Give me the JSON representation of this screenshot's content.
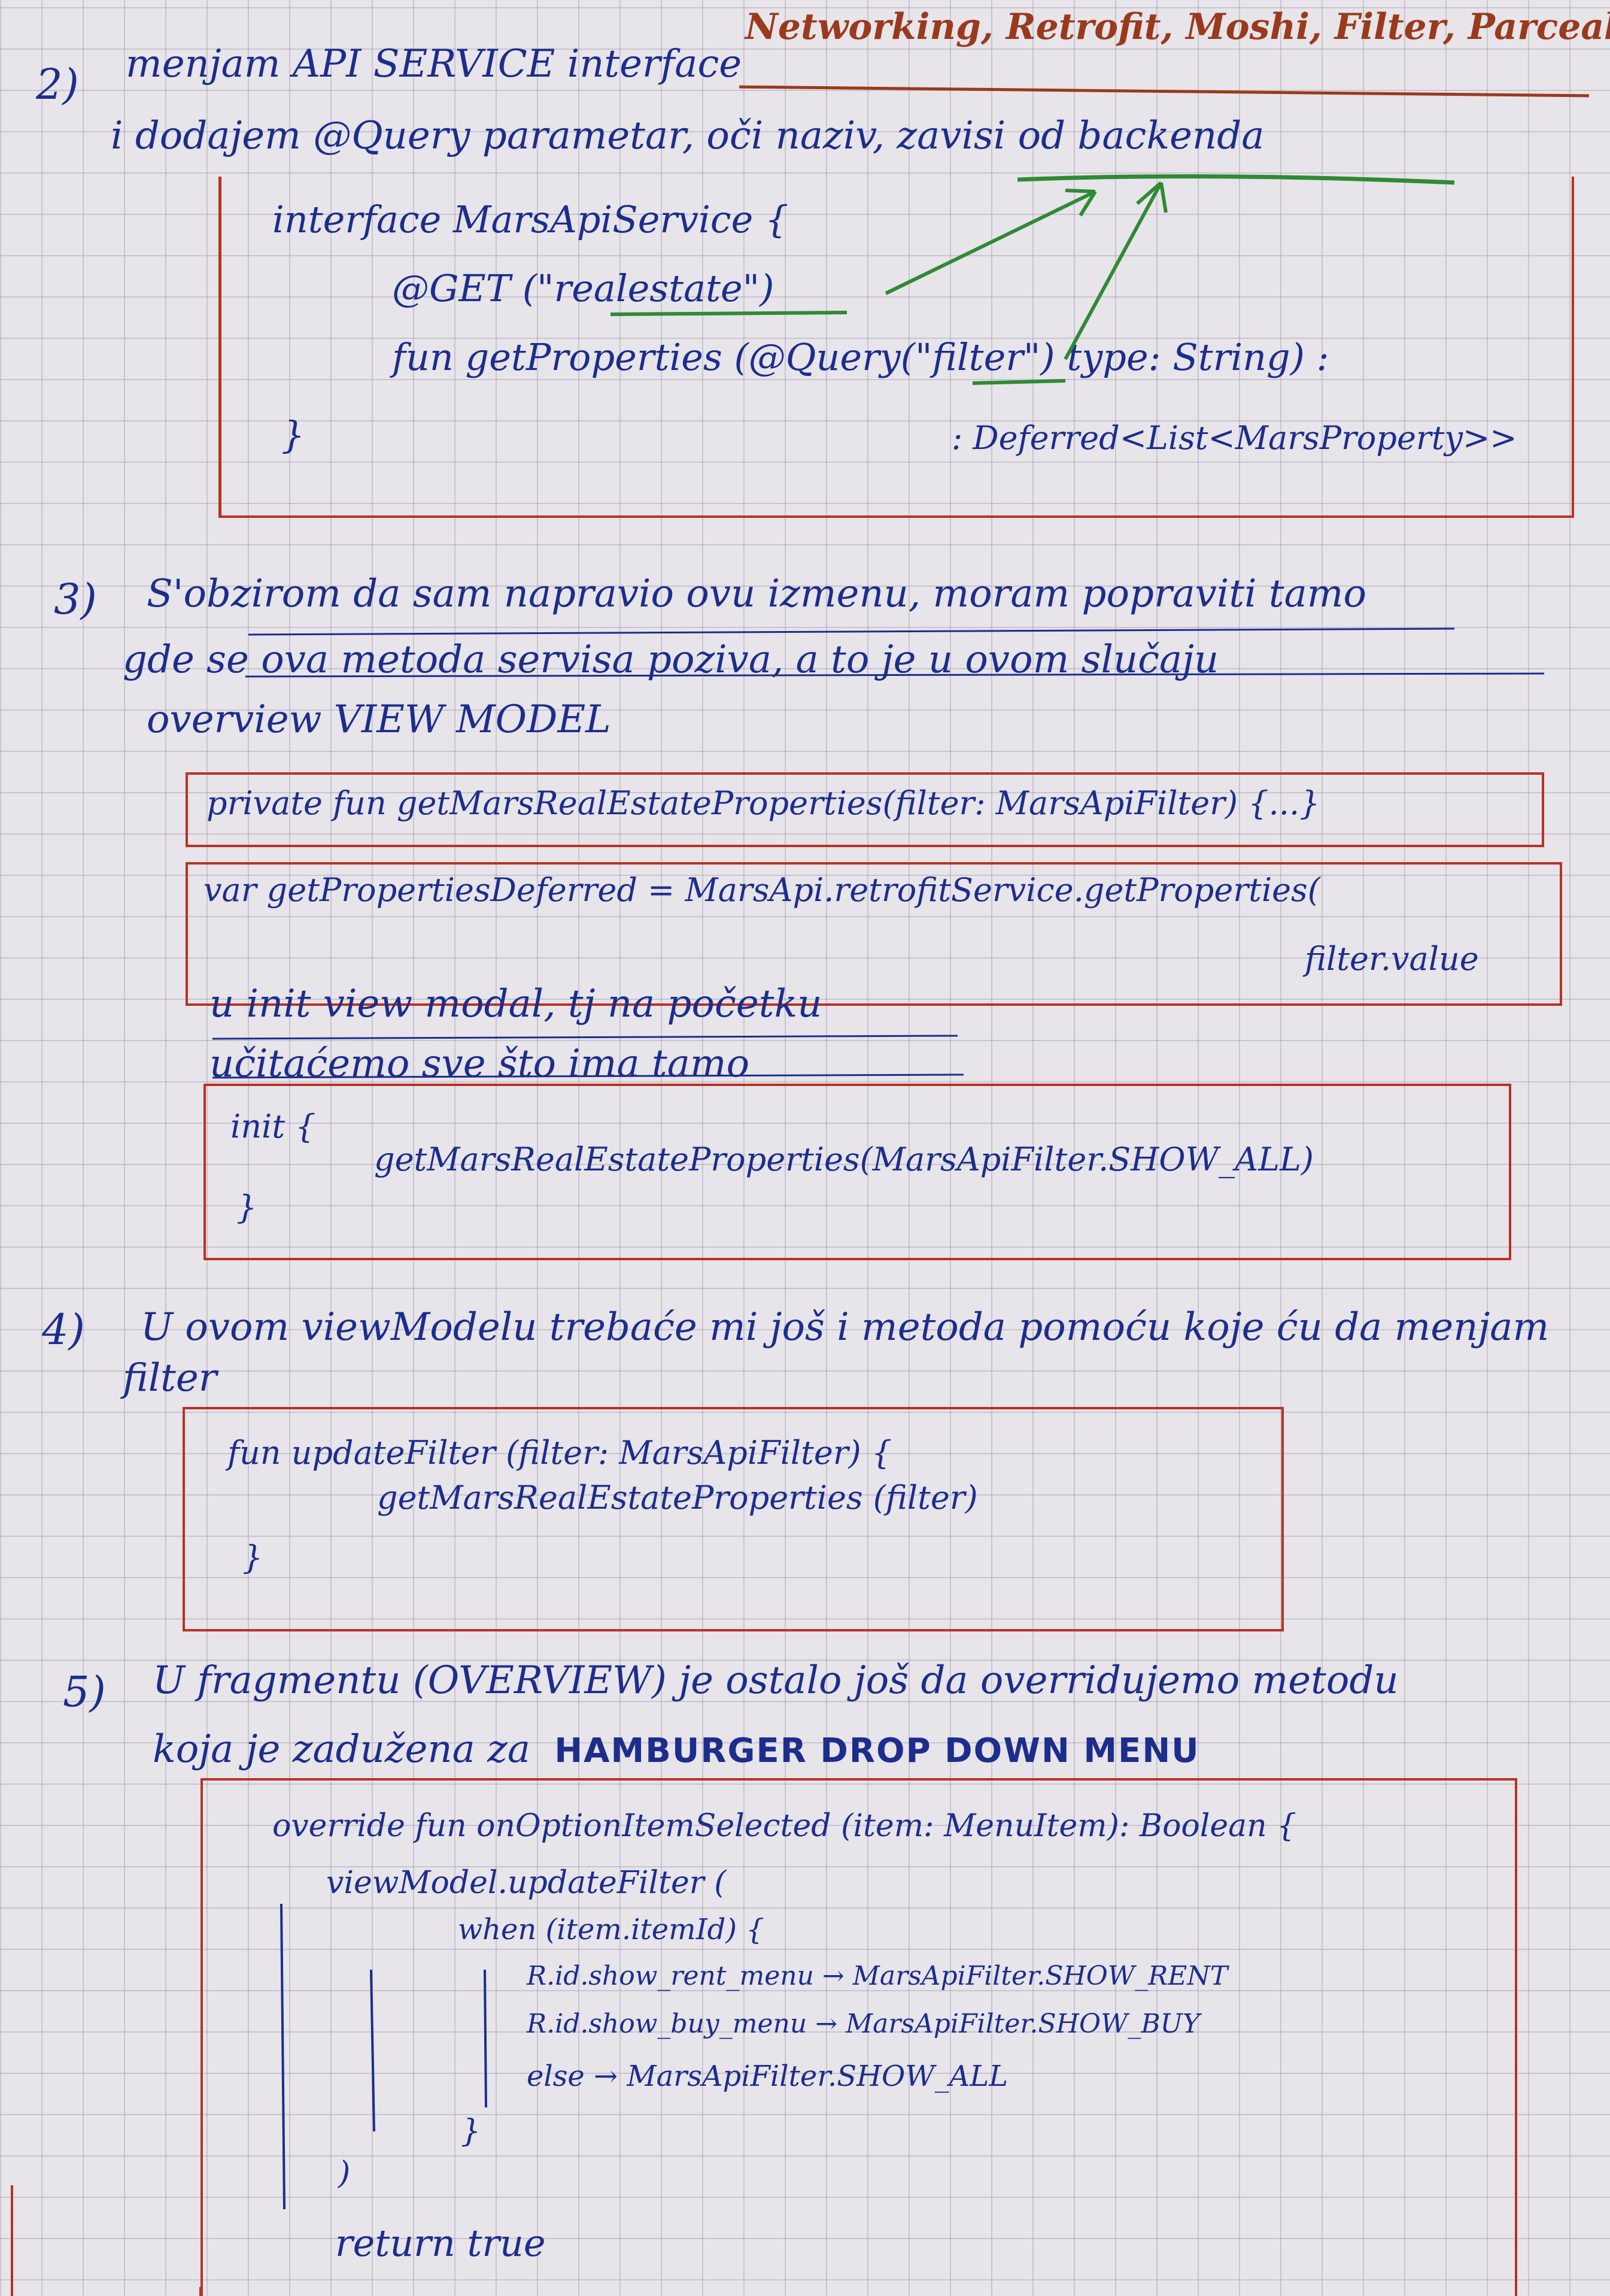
{
  "header": {
    "title": "Networking, Retrofit, Moshi, Filter, Parceable"
  },
  "step2": {
    "number": "2)",
    "line1": "menjam API SERVICE interface",
    "line2": "i dodajem @Query parametar, oči naziv, zavisi od backenda",
    "code": [
      "interface MarsApiService {",
      "@GET (\"realestate\")",
      "fun getProperties (@Query(\"filter\") type: String) :",
      "}",
      ": Deferred<List<MarsProperty>>"
    ]
  },
  "step3": {
    "number": "3)",
    "line1": "S'obzirom da sam napravio ovu izmenu, moram popraviti tamo",
    "line2": "gde se ova metoda servisa poziva, a to je u ovom slučaju",
    "line3": "overview VIEW MODEL",
    "code1_line1": "private fun getMarsRealEstateProperties(filter: MarsApiFilter) {...}",
    "code1_line2": "var getPropertiesDeferred = MarsApi.retrofitService.getProperties(",
    "code1_line3": "filter.value",
    "note1": "u init view modal, tj na početku",
    "note2": "učitaćemo sve što ima tamo",
    "code2": [
      "init {",
      "getMarsRealEstateProperties(MarsApiFilter.SHOW_ALL)",
      "}"
    ]
  },
  "step4": {
    "number": "4)",
    "line1": "U ovom viewModelu trebaće mi još i metoda pomoću koje ću da menjam",
    "line2": "filter",
    "code": [
      "fun updateFilter (filter: MarsApiFilter) {",
      "getMarsRealEstateProperties (filter)",
      "}"
    ]
  },
  "step5": {
    "number": "5)",
    "line1": "U fragmentu (OVERVIEW) je ostalo još da overridujemo metodu",
    "line2_prefix": "koja je zadužena za",
    "line2_bold": "HAMBURGER DROP DOWN MENU",
    "code": [
      "override fun onOptionItemSelected (item: MenuItem): Boolean {",
      "viewModel.updateFilter (",
      "when (item.itemId) {",
      "R.id.show_rent_menu → MarsApiFilter.SHOW_RENT",
      "R.id.show_buy_menu → MarsApiFilter.SHOW_BUY",
      "else → MarsApiFilter.SHOW_ALL",
      "}",
      ")",
      "return true"
    ]
  },
  "colors": {
    "blue_ink": "#1c2d8c",
    "red_ink": "#b83224",
    "brown_title": "#9a3a1c",
    "green_highlight": "#2f8a34",
    "paper": "#e7e4ea"
  }
}
